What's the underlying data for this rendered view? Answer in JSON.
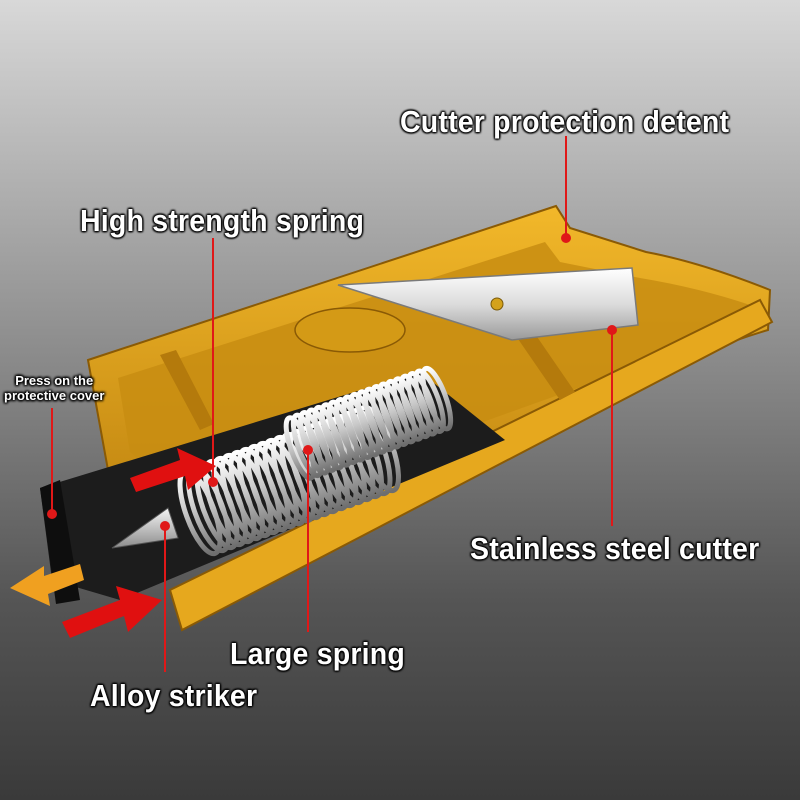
{
  "labels": {
    "cutter_protection_detent": "Cutter protection detent",
    "high_strength_spring": "High strength spring",
    "press_cover_line1": "Press on the",
    "press_cover_line2": "protective cover",
    "stainless_steel_cutter": "Stainless steel cutter",
    "large_spring": "Large spring",
    "alloy_striker": "Alloy striker"
  },
  "colors": {
    "housing": "#e0a21a",
    "leader_line": "#e01818",
    "arrow_red": "#e01010",
    "arrow_orange": "#f0a020",
    "label_text": "#ffffff"
  }
}
